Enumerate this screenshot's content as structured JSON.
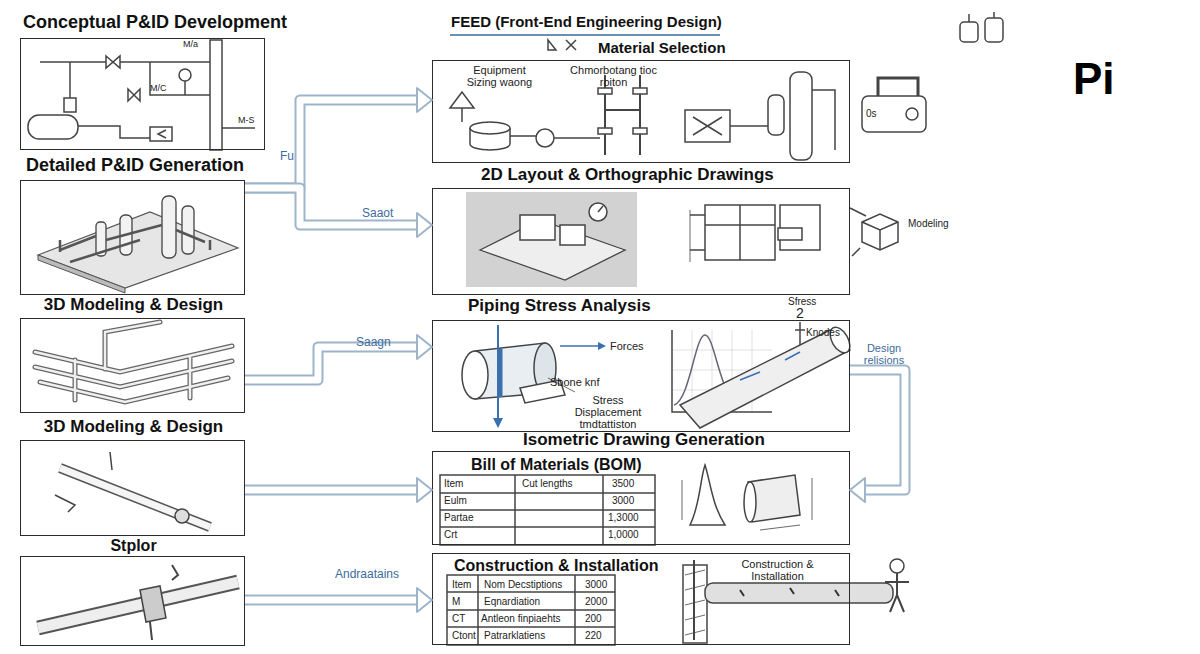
{
  "diagram": {
    "nodes": [
      {
        "text": [
          "Conceptual P&ID Development"
        ]
      },
      {
        "text": [
          "Detailed P&ID Generation"
        ]
      },
      {
        "text": [
          "3D Modeling & Design"
        ]
      },
      {
        "text": [
          "3D Modeling & Design"
        ]
      },
      {
        "text": [
          "Stplor"
        ]
      },
      {
        "text": [
          "FEED (Front-End Engineering Design)",
          "Material Selection"
        ]
      },
      {
        "text": [
          "2D Layout & Orthographic Drawings"
        ]
      },
      {
        "text": [
          "Piping Stress Analysis"
        ]
      },
      {
        "text": [
          "Isometric Drawing Generation",
          "Bill of Materials (BOM)"
        ]
      },
      {
        "text": [
          "Construction & Installation"
        ]
      }
    ],
    "edges": [
      {
        "from": 1,
        "to": 5,
        "label": "Fu",
        "arrow": "to"
      },
      {
        "from": 1,
        "to": 6,
        "label": "Saaot",
        "arrow": "to"
      },
      {
        "from": 2,
        "to": 7,
        "label": "Saagn",
        "arrow": "to"
      },
      {
        "from": 3,
        "to": 8,
        "arrow": "to"
      },
      {
        "from": 4,
        "to": 9,
        "label": "Andraatains",
        "arrow": "to"
      },
      {
        "from": 7,
        "to": 8,
        "label": "Design relisions",
        "arrow": "to"
      }
    ],
    "labels": [
      "M/a",
      "M/C",
      "M-S",
      "Equipment Sizing waong",
      "Chmorbotang tioc roiton",
      "Modeling",
      "Forces",
      "Sbone knf",
      "Stress Displacement tmdtattiston",
      "Sfress",
      "2",
      "Knodes",
      "Pi",
      "Item",
      "Cut lengths",
      "3500",
      "Eulm",
      "3000",
      "Partae",
      "1,3000",
      "Crt",
      "1,0000",
      "Item",
      "Nom Decstiptions",
      "3000",
      "M",
      "Eqnardiation",
      "2000",
      "CT",
      "Antleon finpiaehts",
      "200",
      "Ctont",
      "Patrarklatiens",
      "220",
      "Construction & Installation",
      "0s"
    ]
  }
}
